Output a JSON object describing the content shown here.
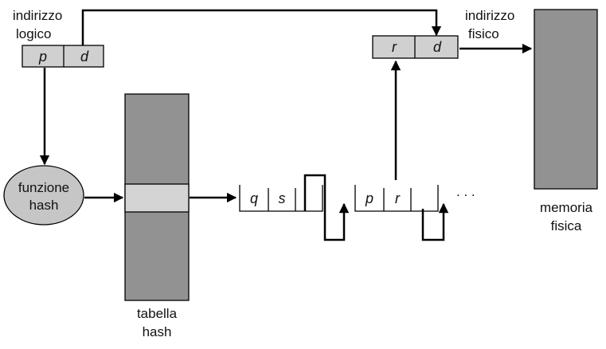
{
  "labels": {
    "logical_address_line1": "indirizzo",
    "logical_address_line2": "logico",
    "physical_address_line1": "indirizzo",
    "physical_address_line2": "fisico",
    "hash_function_line1": "funzione",
    "hash_function_line2": "hash",
    "hash_table_line1": "tabella",
    "hash_table_line2": "hash",
    "physical_memory_line1": "memoria",
    "physical_memory_line2": "fisica",
    "ellipsis": ". . ."
  },
  "logical_address": {
    "page": "p",
    "offset": "d"
  },
  "physical_address": {
    "frame": "r",
    "offset": "d"
  },
  "chain": [
    {
      "page": "q",
      "frame": "s"
    },
    {
      "page": "p",
      "frame": "r"
    }
  ],
  "colors": {
    "box_fill": "#d0d0d0",
    "dark_fill": "#929292",
    "table_highlight": "#d4d4d4",
    "ellipse_fill": "#c6c6c6",
    "stroke": "#000000"
  }
}
